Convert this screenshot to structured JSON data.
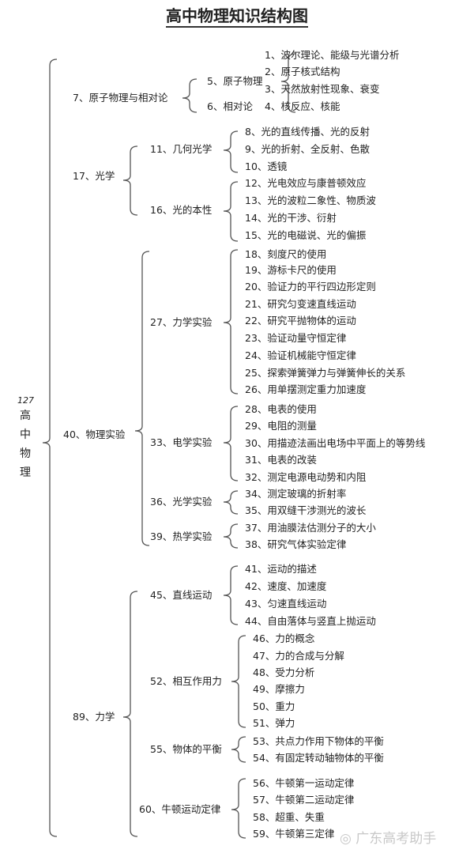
{
  "title": "高中物理知识结构图",
  "root": {
    "number": "127",
    "chars": [
      "高",
      "中",
      "物",
      "理"
    ]
  },
  "nodes": {
    "n1": "1、波尔理论、能级与光谱分析",
    "n2": "2、原子核式结构",
    "n3": "3、天然放射性现象、衰变",
    "n4": "4、核反应、核能",
    "n5": "5、原子物理",
    "n6": "6、相对论",
    "n7": "7、原子物理与相对论",
    "n8": "8、光的直线传播、光的反射",
    "n9": "9、光的折射、全反射、色散",
    "n10": "10、透镜",
    "n11": "11、几何光学",
    "n12": "12、光电效应与康普顿效应",
    "n13": "13、光的波粒二象性、物质波",
    "n14": "14、光的干涉、衍射",
    "n15": "15、光的电磁说、光的偏振",
    "n16": "16、光的本性",
    "n17": "17、光学",
    "n18": "18、刻度尺的使用",
    "n19": "19、游标卡尺的使用",
    "n20": "20、验证力的平行四边形定则",
    "n21": "21、研究匀变速直线运动",
    "n22": "22、研究平抛物体的运动",
    "n23": "23、验证动量守恒定律",
    "n24": "24、验证机械能守恒定律",
    "n25": "25、探索弹簧弹力与弹簧伸长的关系",
    "n26": "26、用单摆测定重力加速度",
    "n27": "27、力学实验",
    "n28": "28、电表的使用",
    "n29": "29、电阻的测量",
    "n30": "30、用描迹法画出电场中平面上的等势线",
    "n31": "31、电表的改装",
    "n32": "32、测定电源电动势和内阻",
    "n33": "33、电学实验",
    "n34": "34、测定玻璃的折射率",
    "n35": "35、用双缝干涉测光的波长",
    "n36": "36、光学实验",
    "n37": "37、用油膜法估测分子的大小",
    "n38": "38、研究气体实验定律",
    "n39": "39、热学实验",
    "n40": "40、物理实验",
    "n41": "41、运动的描述",
    "n42": "42、速度、加速度",
    "n43": "43、匀速直线运动",
    "n44": "44、自由落体与竖直上抛运动",
    "n45": "45、直线运动",
    "n46": "46、力的概念",
    "n47": "47、力的合成与分解",
    "n48": "48、受力分析",
    "n49": "49、摩擦力",
    "n50": "50、重力",
    "n51": "51、弹力",
    "n52": "52、相互作用力",
    "n53": "53、共点力作用下物体的平衡",
    "n54": "54、有固定转动轴物体的平衡",
    "n55": "55、物体的平衡",
    "n56": "56、牛顿第一运动定律",
    "n57": "57、牛顿第二运动定律",
    "n58": "58、超重、失重",
    "n59": "59、牛顿第三定律",
    "n60": "60、牛顿运动定律",
    "n89": "89、力学"
  },
  "watermark": "广东高考助手"
}
